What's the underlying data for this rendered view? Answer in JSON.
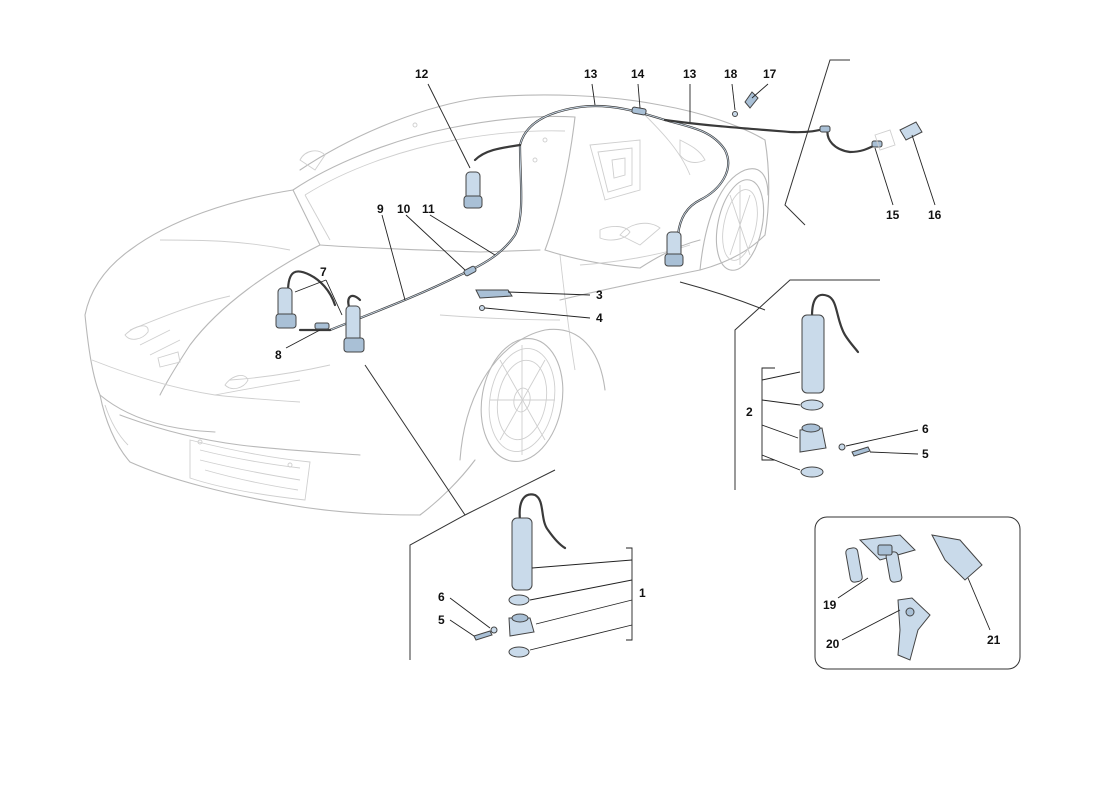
{
  "diagram": {
    "callouts": [
      {
        "id": "c12",
        "text": "12"
      },
      {
        "id": "c13a",
        "text": "13"
      },
      {
        "id": "c14",
        "text": "14"
      },
      {
        "id": "c13b",
        "text": "13"
      },
      {
        "id": "c18",
        "text": "18"
      },
      {
        "id": "c17",
        "text": "17"
      },
      {
        "id": "c15",
        "text": "15"
      },
      {
        "id": "c16",
        "text": "16"
      },
      {
        "id": "c9",
        "text": "9"
      },
      {
        "id": "c10",
        "text": "10"
      },
      {
        "id": "c11",
        "text": "11"
      },
      {
        "id": "c7",
        "text": "7"
      },
      {
        "id": "c8",
        "text": "8"
      },
      {
        "id": "c3",
        "text": "3"
      },
      {
        "id": "c4",
        "text": "4"
      },
      {
        "id": "c2",
        "text": "2"
      },
      {
        "id": "c6r",
        "text": "6"
      },
      {
        "id": "c5r",
        "text": "5"
      },
      {
        "id": "c1",
        "text": "1"
      },
      {
        "id": "c6l",
        "text": "6"
      },
      {
        "id": "c5l",
        "text": "5"
      },
      {
        "id": "c19",
        "text": "19"
      },
      {
        "id": "c20",
        "text": "20"
      },
      {
        "id": "c21",
        "text": "21"
      }
    ]
  },
  "colors": {
    "part_fill": "#c9daea",
    "part_fill_dark": "#a9c0d6",
    "car_outline": "#b8b8b8",
    "leader_line": "#222222"
  }
}
